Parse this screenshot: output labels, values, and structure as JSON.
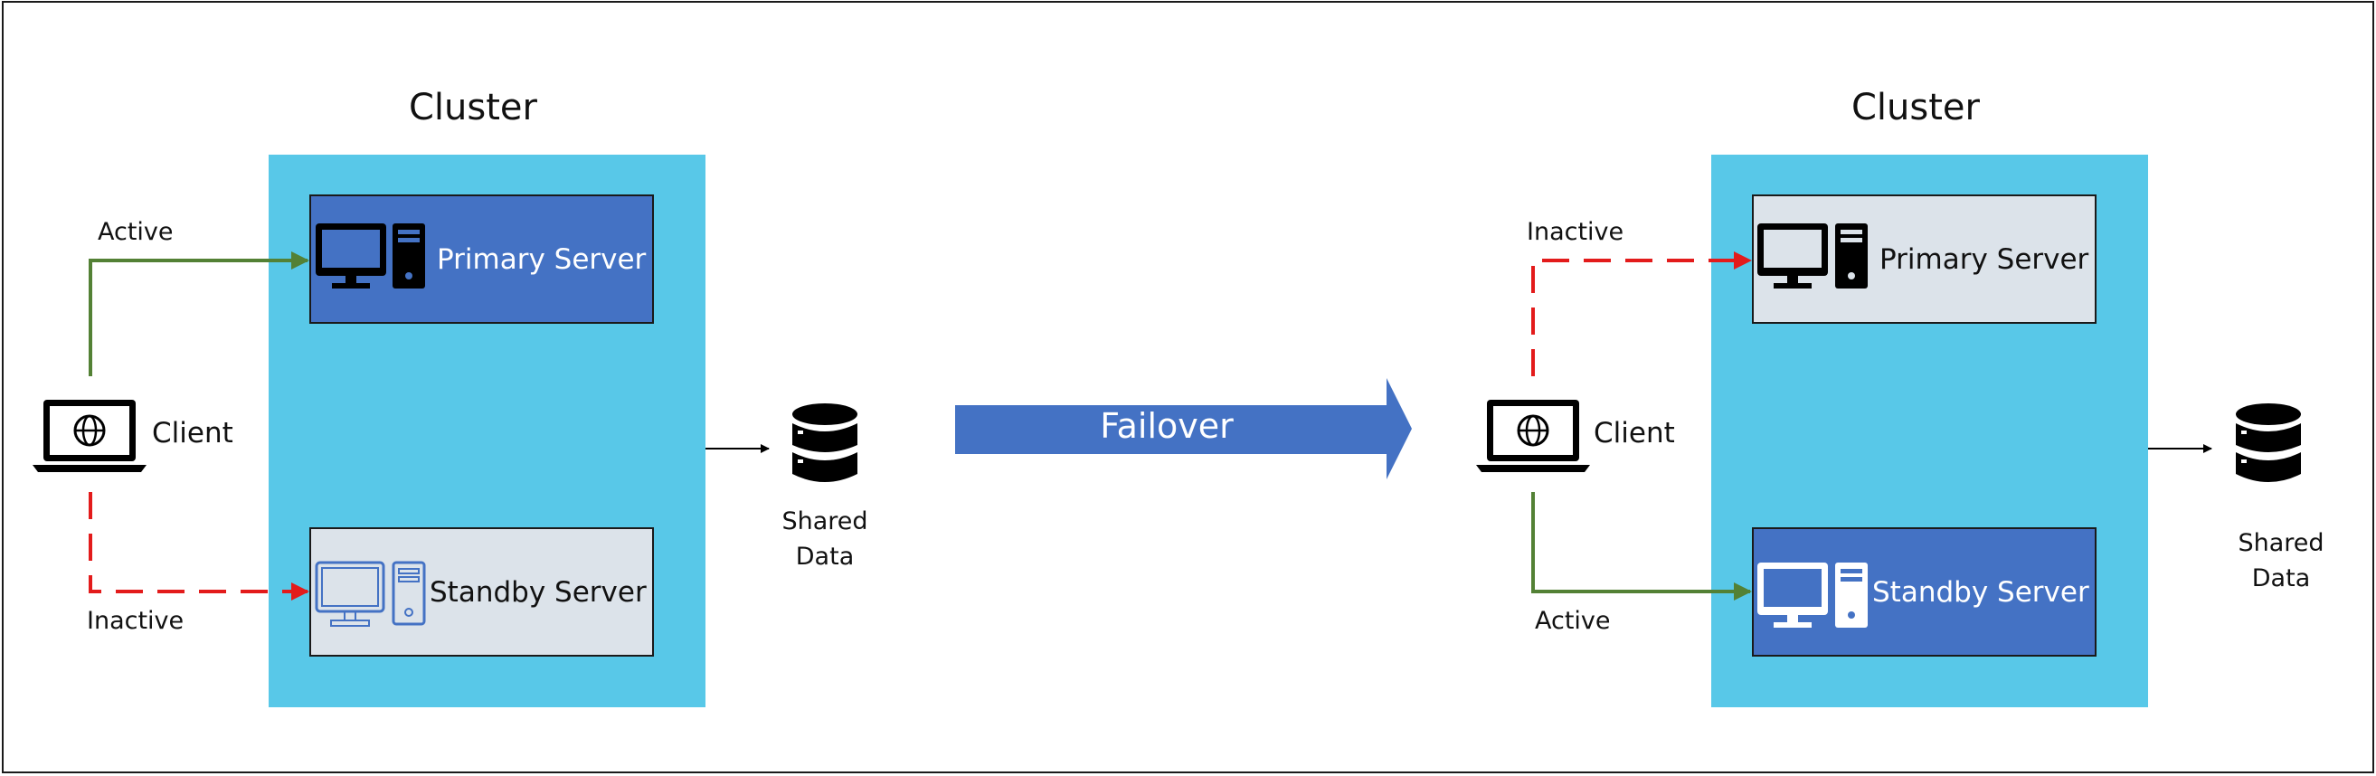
{
  "left": {
    "cluster_title": "Cluster",
    "primary_label": "Primary Server",
    "standby_label": "Standby Server",
    "client_label": "Client",
    "top_link_label": "Active",
    "bottom_link_label": "Inactive",
    "shared_line1": "Shared",
    "shared_line2": "Data"
  },
  "right": {
    "cluster_title": "Cluster",
    "primary_label": "Primary Server",
    "standby_label": "Standby Server",
    "client_label": "Client",
    "top_link_label": "Inactive",
    "bottom_link_label": "Active",
    "shared_line1": "Shared",
    "shared_line2": "Data"
  },
  "failover_label": "Failover",
  "colors": {
    "cluster_fill": "#58c8e8",
    "active_server_fill": "#4472c4",
    "inactive_server_fill": "#dce3ea",
    "active_link": "#538135",
    "inactive_link": "#e31b1b",
    "arrow_fill": "#4472c4"
  },
  "icons": [
    "desktop-computer-icon",
    "tower-pc-icon",
    "laptop-globe-icon",
    "database-icon"
  ]
}
